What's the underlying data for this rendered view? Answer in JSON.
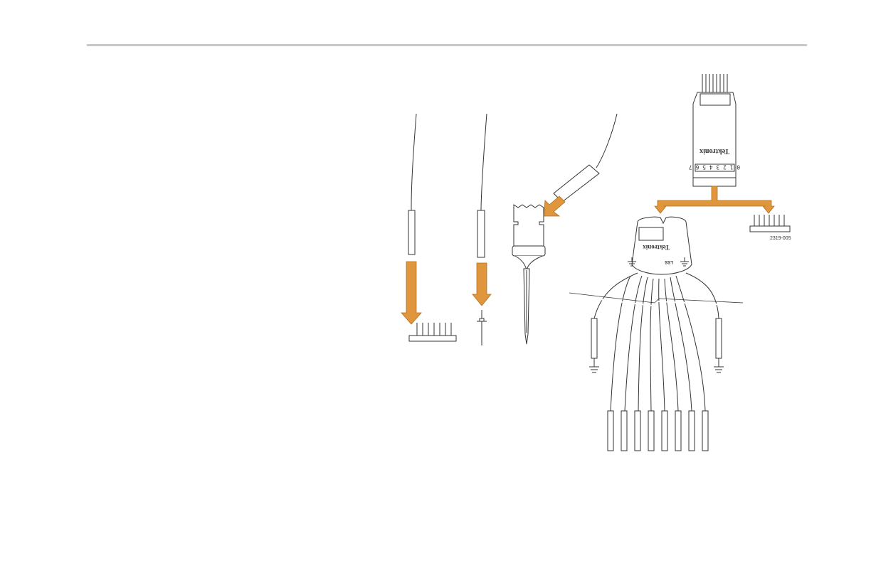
{
  "figure": {
    "id_label": "2319-005",
    "brand_top": "Tektronix",
    "brand_bottom": "Tektronix",
    "channel_digits": "0 1 2 3 4 5 6 7",
    "lss_label": "LSS",
    "colors": {
      "arrow": "#e0963c",
      "arrow_stroke": "#b0701e",
      "line": "#333333",
      "rule": "#c8c8c8"
    }
  },
  "icons": [
    "down-arrow-icon",
    "ground-symbol-icon"
  ]
}
